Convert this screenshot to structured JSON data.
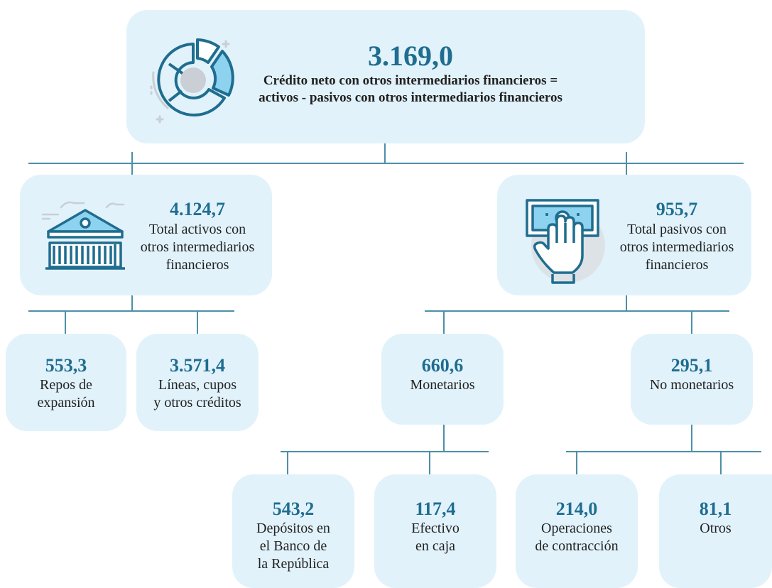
{
  "root": {
    "value": "3.169,0",
    "label_line1": "Crédito neto con otros intermediarios financieros =",
    "label_line2": "activos - pasivos con otros intermediarios financieros",
    "icon": "donut-chart-icon"
  },
  "assets": {
    "value": "4.124,7",
    "label_line1": "Total activos con",
    "label_line2": "otros intermediarios",
    "label_line3": "financieros",
    "icon": "bank-building-icon"
  },
  "liabilities": {
    "value": "955,7",
    "label_line1": "Total pasivos con",
    "label_line2": "otros intermediarios",
    "label_line3": "financieros",
    "icon": "hand-money-icon"
  },
  "repos": {
    "value": "553,3",
    "label_line1": "Repos de",
    "label_line2": "expansión"
  },
  "lineas": {
    "value": "3.571,4",
    "label_line1": "Líneas, cupos",
    "label_line2": "y otros créditos"
  },
  "monetarios": {
    "value": "660,6",
    "label_line1": "Monetarios"
  },
  "no_monetarios": {
    "value": "295,1",
    "label_line1": "No monetarios"
  },
  "depositos": {
    "value": "543,2",
    "label_line1": "Depósitos en",
    "label_line2": "el Banco de",
    "label_line3": "la República"
  },
  "efectivo": {
    "value": "117,4",
    "label_line1": "Efectivo",
    "label_line2": "en caja"
  },
  "operaciones": {
    "value": "214,0",
    "label_line1": "Operaciones",
    "label_line2": "de contracción"
  },
  "otros": {
    "value": "81,1",
    "label_line1": "Otros"
  },
  "colors": {
    "box": "#e1f2fb",
    "accent": "#1f6d8f",
    "line": "#4d8fa8",
    "icon_fill": "#8dd3f0"
  }
}
